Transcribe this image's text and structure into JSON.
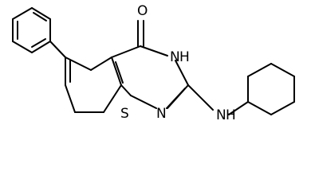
{
  "molecule": {
    "atom_labels": {
      "carbonyl_oxygen": "O",
      "ring_nh_n": "N",
      "ring_nh_h": "H",
      "ring_n": "N",
      "thiophene_s": "S",
      "amine_n": "N",
      "amine_h": "H"
    }
  }
}
